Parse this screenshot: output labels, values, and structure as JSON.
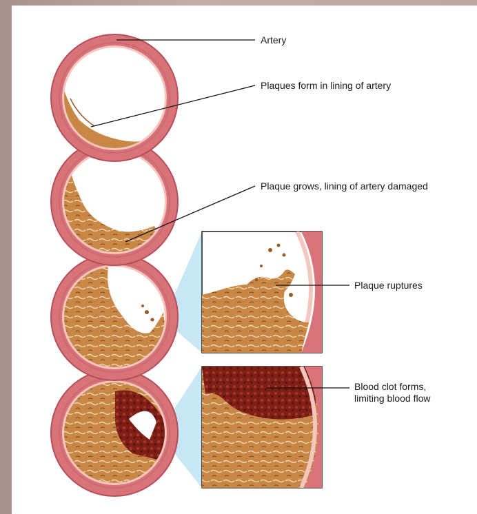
{
  "labels": {
    "artery": "Artery",
    "plaques_form": "Plaques form in lining of artery",
    "plaque_grows": "Plaque grows, lining of artery damaged",
    "plaque_ruptures": "Plaque ruptures",
    "blood_clot_line1": "Blood clot forms,",
    "blood_clot_line2": "limiting blood flow"
  },
  "colors": {
    "artery_wall": "#d8737a",
    "artery_wall_dark": "#c25660",
    "lining": "#f3c7c0",
    "plaque": "#c98746",
    "plaque_dark": "#9b5a25",
    "clot": "#8a2419",
    "zoom_beam": "#a8d8ee",
    "leader_line": "#111111"
  }
}
